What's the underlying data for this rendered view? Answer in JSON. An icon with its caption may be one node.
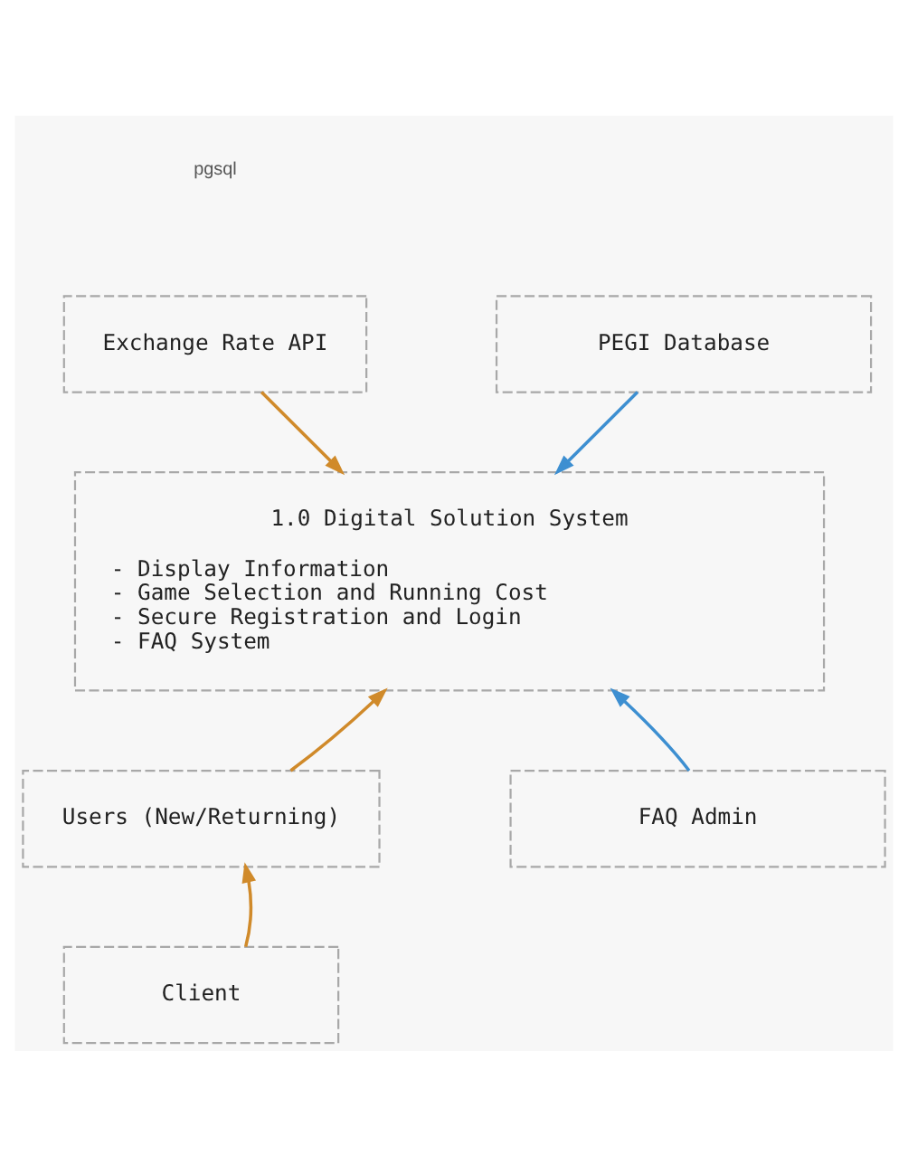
{
  "diagram": {
    "nodes": [
      {
        "text": [
          "Exchange Rate API"
        ]
      },
      {
        "text": [
          "PEGI Database"
        ]
      },
      {
        "text": [
          "1.0 Digital Solution System",
          "- Display Information",
          "- Game Selection and Running Cost",
          "- Secure Registration and Login",
          "- FAQ System"
        ]
      },
      {
        "text": [
          "Users (New/Returning)"
        ]
      },
      {
        "text": [
          "FAQ Admin"
        ]
      },
      {
        "text": [
          "Client"
        ]
      }
    ],
    "edges": [
      {
        "from": 0,
        "to": 2,
        "arrow": "to"
      },
      {
        "from": 1,
        "to": 2,
        "arrow": "to",
        "color": "#3d8fd1"
      },
      {
        "from": 3,
        "to": 2,
        "arrow": "to"
      },
      {
        "from": 4,
        "to": 2,
        "arrow": "to",
        "color": "#3d8fd1"
      },
      {
        "from": 5,
        "to": 3,
        "arrow": "to"
      }
    ],
    "labels": [
      "pgsql"
    ]
  }
}
